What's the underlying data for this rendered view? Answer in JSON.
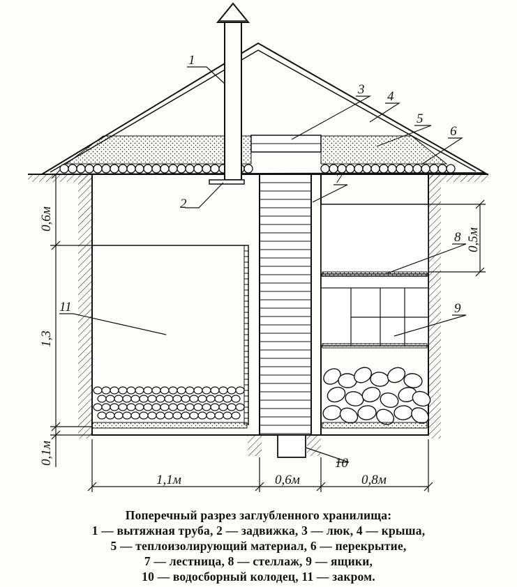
{
  "labels": {
    "n1": "1",
    "n2": "2",
    "n3": "3",
    "n4": "4",
    "n5": "5",
    "n6": "6",
    "n7": "7",
    "n8": "8",
    "n9": "9",
    "n10": "10",
    "n11": "11"
  },
  "dimensions": {
    "d_0_6m_v": "0,6м",
    "d_1_3": "1,3",
    "d_0_1m": "0,1м",
    "d_0_5m": "0,5м",
    "d_1_1m": "1,1м",
    "d_0_6m_h": "0,6м",
    "d_0_8m": "0,8м"
  },
  "caption": {
    "title": "Поперечный разрез заглубленного хранилища:",
    "line1": "1 — вытяжная труба, 2 — задвижка, 3 — люк, 4 — крыша,",
    "line2": "5 — теплоизолирующий материал, 6 — перекрытие,",
    "line3": "7 — лестница, 8 — стеллаж, 9 — ящики,",
    "line4": "10 — водосборный колодец, 11 — закром."
  }
}
